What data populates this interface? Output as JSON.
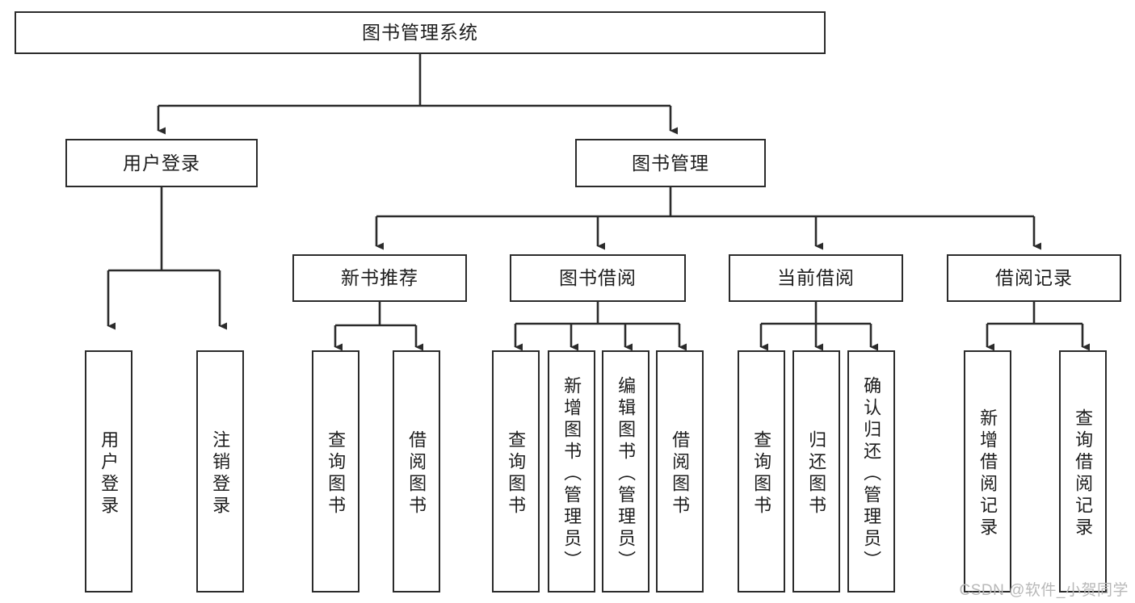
{
  "diagram": {
    "title": "图书管理系统",
    "watermark": "CSDN @软件_小贺同学",
    "line_color": "#2b2b2b",
    "box_fill": "#ffffff",
    "text_color": "#1d1d1d",
    "root": {
      "label": "图书管理系统"
    },
    "level2": [
      {
        "label": "用户登录"
      },
      {
        "label": "图书管理"
      }
    ],
    "level3": [
      {
        "label": "新书推荐"
      },
      {
        "label": "图书借阅"
      },
      {
        "label": "当前借阅"
      },
      {
        "label": "借阅记录"
      }
    ],
    "leaves": {
      "user_login": [
        {
          "label": "用户登录"
        },
        {
          "label": "注销登录"
        }
      ],
      "new_book": [
        {
          "label": "查询图书"
        },
        {
          "label": "借阅图书"
        }
      ],
      "book_borrow": [
        {
          "label": "查询图书"
        },
        {
          "label": "新增图书（管理员）"
        },
        {
          "label": "编辑图书（管理员）"
        },
        {
          "label": "借阅图书"
        }
      ],
      "current_borrow": [
        {
          "label": "查询图书"
        },
        {
          "label": "归还图书"
        },
        {
          "label": "确认归还（管理员）"
        }
      ],
      "borrow_record": [
        {
          "label": "新增借阅记录"
        },
        {
          "label": "查询借阅记录"
        }
      ]
    }
  }
}
